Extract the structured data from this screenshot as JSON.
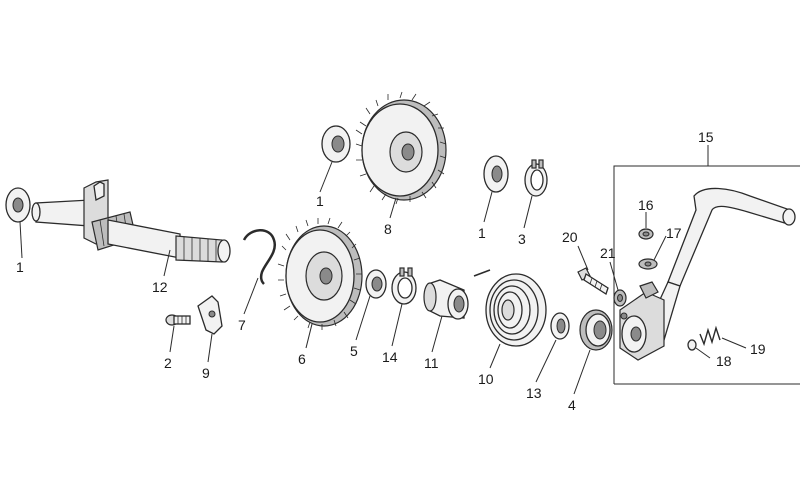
{
  "callouts": [
    "1",
    "12",
    "2",
    "9",
    "7",
    "6",
    "1",
    "8",
    "5",
    "14",
    "11",
    "10",
    "1",
    "3",
    "13",
    "4",
    "20",
    "21",
    "15",
    "16",
    "17",
    "18",
    "19"
  ]
}
